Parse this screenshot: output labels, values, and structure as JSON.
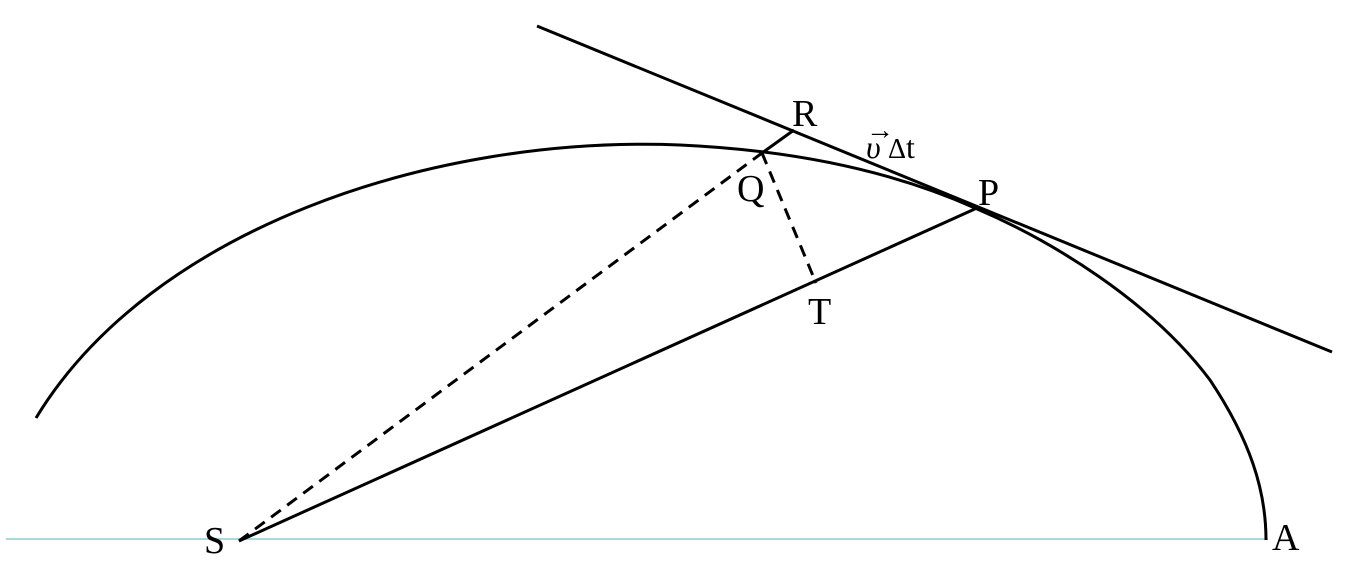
{
  "colors": {
    "ink": "#000000",
    "baseline": "#a8d8dc",
    "background": "#ffffff"
  },
  "labels": {
    "S": "S",
    "A": "A",
    "P": "P",
    "Q": "Q",
    "R": "R",
    "T": "T",
    "velocity_symbol": "υ",
    "velocity_arrow": "→",
    "delta": "Δ",
    "t": "t"
  }
}
